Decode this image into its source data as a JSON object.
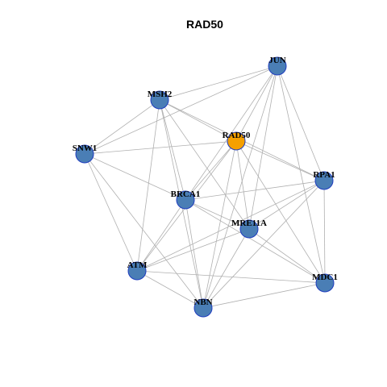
{
  "title": "RAD50",
  "colors": {
    "node_default": "#4a7eb5",
    "node_highlight": "#f5a000",
    "node_border": "#1f3dbf",
    "edge": "#b0b0b0"
  },
  "nodes": [
    {
      "id": "JUN",
      "label": "JUN",
      "highlight": false
    },
    {
      "id": "MSH2",
      "label": "MSH2",
      "highlight": false
    },
    {
      "id": "RAD50",
      "label": "RAD50",
      "highlight": true
    },
    {
      "id": "SNW1",
      "label": "SNW1",
      "highlight": false
    },
    {
      "id": "RPA1",
      "label": "RPA1",
      "highlight": false
    },
    {
      "id": "BRCA1",
      "label": "BRCA1",
      "highlight": false
    },
    {
      "id": "MRE11A",
      "label": "MRE11A",
      "highlight": false
    },
    {
      "id": "ATM",
      "label": "ATM",
      "highlight": false
    },
    {
      "id": "MDC1",
      "label": "MDC1",
      "highlight": false
    },
    {
      "id": "NBN",
      "label": "NBN",
      "highlight": false
    }
  ],
  "edges": [
    [
      "JUN",
      "MSH2"
    ],
    [
      "JUN",
      "SNW1"
    ],
    [
      "JUN",
      "RAD50"
    ],
    [
      "JUN",
      "BRCA1"
    ],
    [
      "JUN",
      "MRE11A"
    ],
    [
      "JUN",
      "RPA1"
    ],
    [
      "JUN",
      "MDC1"
    ],
    [
      "JUN",
      "NBN"
    ],
    [
      "MSH2",
      "SNW1"
    ],
    [
      "MSH2",
      "RAD50"
    ],
    [
      "MSH2",
      "RPA1"
    ],
    [
      "MSH2",
      "BRCA1"
    ],
    [
      "MSH2",
      "MRE11A"
    ],
    [
      "MSH2",
      "ATM"
    ],
    [
      "MSH2",
      "NBN"
    ],
    [
      "RAD50",
      "SNW1"
    ],
    [
      "RAD50",
      "RPA1"
    ],
    [
      "RAD50",
      "BRCA1"
    ],
    [
      "RAD50",
      "MRE11A"
    ],
    [
      "RAD50",
      "ATM"
    ],
    [
      "RAD50",
      "NBN"
    ],
    [
      "RAD50",
      "MDC1"
    ],
    [
      "SNW1",
      "BRCA1"
    ],
    [
      "SNW1",
      "ATM"
    ],
    [
      "SNW1",
      "NBN"
    ],
    [
      "RPA1",
      "BRCA1"
    ],
    [
      "RPA1",
      "MRE11A"
    ],
    [
      "RPA1",
      "ATM"
    ],
    [
      "RPA1",
      "MDC1"
    ],
    [
      "RPA1",
      "NBN"
    ],
    [
      "BRCA1",
      "MRE11A"
    ],
    [
      "BRCA1",
      "ATM"
    ],
    [
      "BRCA1",
      "NBN"
    ],
    [
      "BRCA1",
      "MDC1"
    ],
    [
      "MRE11A",
      "ATM"
    ],
    [
      "MRE11A",
      "NBN"
    ],
    [
      "MRE11A",
      "MDC1"
    ],
    [
      "ATM",
      "NBN"
    ],
    [
      "ATM",
      "MDC1"
    ],
    [
      "NBN",
      "MDC1"
    ]
  ]
}
